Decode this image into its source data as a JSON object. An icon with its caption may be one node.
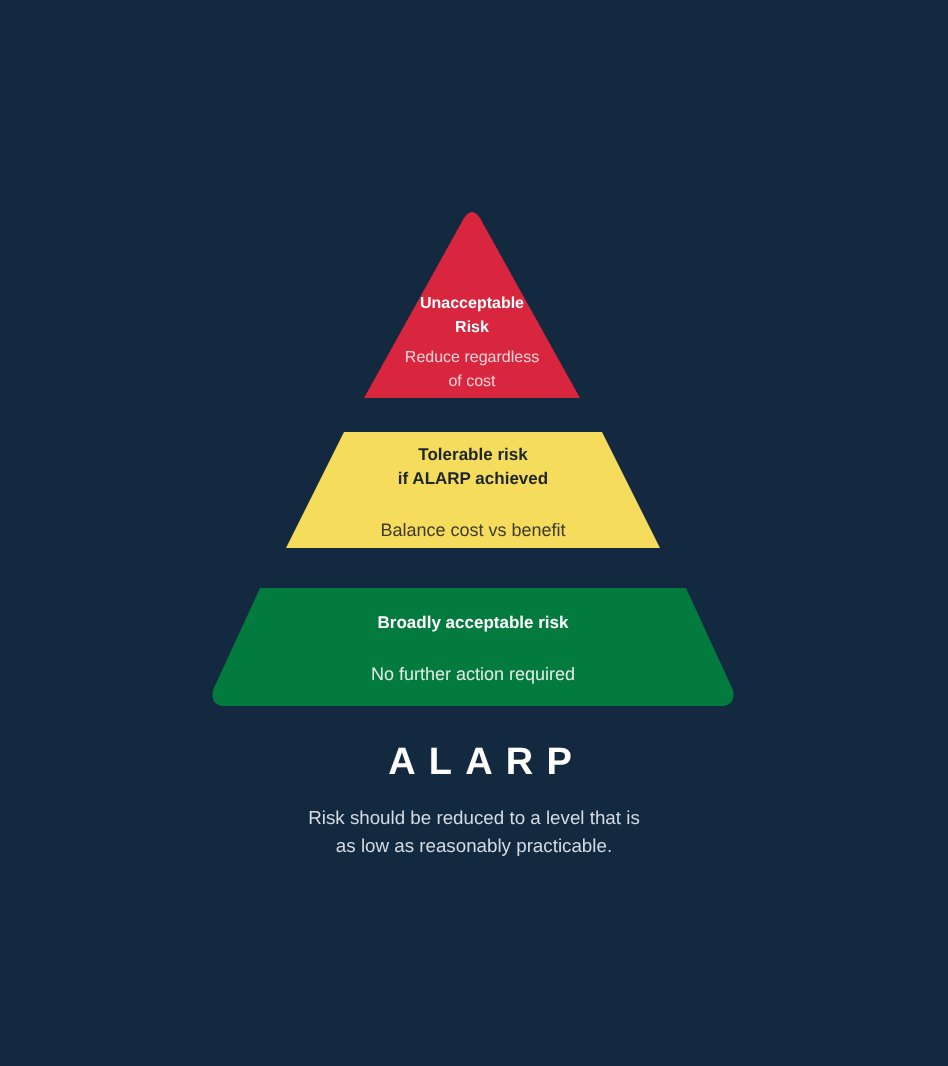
{
  "diagram": {
    "title": "ALARP",
    "caption": "Risk should be reduced to a level that is as low as reasonably practicable.",
    "nodes": [
      {
        "text": [
          "Unacceptable Risk",
          "Reduce regardless of cost"
        ]
      },
      {
        "text": [
          "Tolerable risk if ALARP achieved",
          "Balance cost vs benefit"
        ]
      },
      {
        "text": [
          "Broadly acceptable risk",
          "No further action required"
        ]
      }
    ]
  }
}
